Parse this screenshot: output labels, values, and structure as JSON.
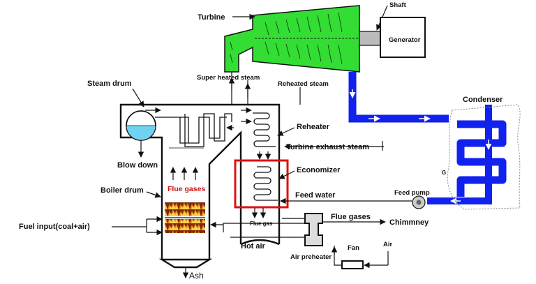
{
  "labels": {
    "turbine": "Turbine",
    "shaft": "Shaft",
    "generator": "Generator",
    "super_heated_steam": "Super heated steam",
    "reheated_steam": "Reheated steam",
    "steam_drum": "Steam drum",
    "condenser": "Condenser",
    "reheater": "Reheater",
    "turbine_exhaust_steam": "Turbine exhaust steam",
    "blow_down": "Blow down",
    "economizer": "Economizer",
    "boiler_drum": "Boiler drum",
    "flue_gases_furnace": "Flue gases",
    "feed_water": "Feed water",
    "feed_pump": "Feed pump",
    "g_mark": "G",
    "fuel_input": "Fuel input(coal+air)",
    "flue_gas_small": "Flue gas",
    "flue_gases_out": "Flue gases",
    "chimney": "Chimmney",
    "hot_air": "Hot air",
    "fan": "Fan",
    "air": "Air",
    "air_preheater": "Air preheater",
    "ash": "Ash"
  },
  "colors": {
    "turbine_fill": "#33dd33",
    "condenser_pipe": "#1122ee",
    "highlight_box": "#dd1111",
    "flame": "#e8731a",
    "drum_water": "#6fd3f0"
  }
}
